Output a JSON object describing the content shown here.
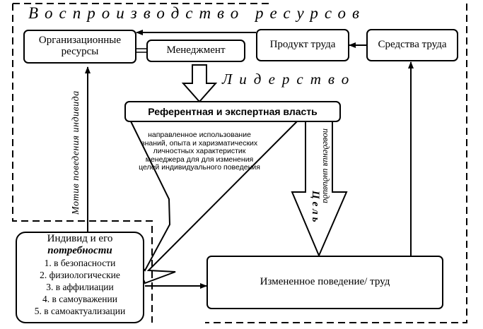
{
  "diagram": {
    "section_reproduction_title": "Воспроизводство ресурсов",
    "section_leadership_title": "Лидерство",
    "nodes": {
      "org_resources": "Организационные ресурсы",
      "management": "Менеджмент",
      "labor_product": "Продукт труда",
      "labor_means": "Средства труда",
      "referent_power": "Референтная и экспертная власть",
      "changed_behavior": "Измененное поведение/ труд"
    },
    "callout_text": "направленное использование знаний, опыта и харизматических личностных характеристик менеджера для для изменения целей индивидуального поведения",
    "motive_label": "Мотив поведения индивида",
    "goal_label_line1": "Цель",
    "goal_label_line2": "поведения индивида",
    "individual": {
      "title": "Индивид и его",
      "subtitle": "потребности",
      "needs": [
        "1. в безопасности",
        "2. физиологические",
        "3. в аффилиации",
        "4. в самоуважении",
        "5. в самоактуализации"
      ]
    }
  }
}
